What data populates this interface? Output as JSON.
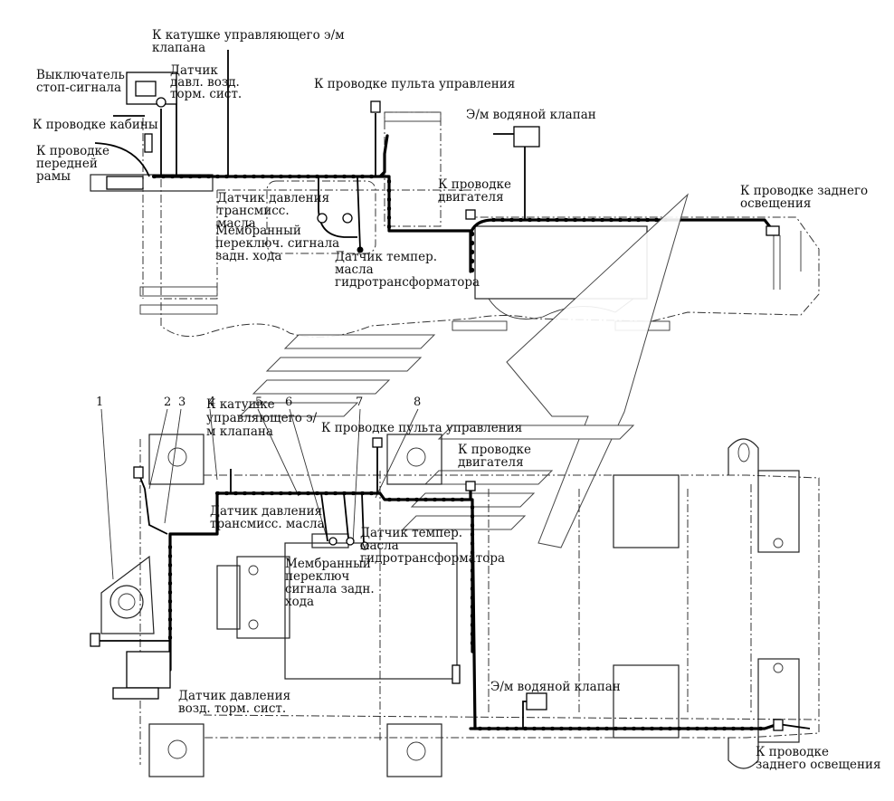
{
  "top_view": {
    "labels": {
      "solenoid_coil": "К катушке управляющего э/м клапана",
      "brake_light_switch": "Выключатель стоп-сигнала",
      "brake_air_pressure_sensor": "Датчик давл. возд. торм. сист.",
      "cab_wiring": "К проводке кабины",
      "front_frame_wiring": "К проводке передней рамы",
      "control_panel_wiring": "К проводке пульта управления",
      "water_valve": "Э/м водяной клапан",
      "engine_wiring": "К проводке двигателя",
      "rear_lighting": "К проводке заднего освещения",
      "trans_oil_pressure_sensor": "Датчик давления трансмисс. масла",
      "reverse_diaphragm_switch": "Мембранный переключ. сигнала задн. хода",
      "converter_oil_temp_sensor": "Датчик темпер. масла гидротрансформатора"
    }
  },
  "bottom_view": {
    "position_numbers": [
      "1",
      "2",
      "3",
      "4",
      "5",
      "6",
      "7",
      "8"
    ],
    "labels": {
      "solenoid_coil": "К катушке управляющего э/м клапана",
      "control_panel_wiring": "К проводке пульта управления",
      "engine_wiring": "К проводке двигателя",
      "trans_oil_pressure_sensor": "Датчик давления трансмисс. масла",
      "converter_oil_temp_sensor": "Датчик темпер. масла гидротрансформатора",
      "reverse_diaphragm_switch": "Мембранный переключ сигнала задн. хода",
      "water_valve": "Э/м водяной клапан",
      "brake_air_pressure_sensor": "Датчик давления возд. торм. сист.",
      "rear_lighting": "К проводке заднего освещения"
    }
  }
}
